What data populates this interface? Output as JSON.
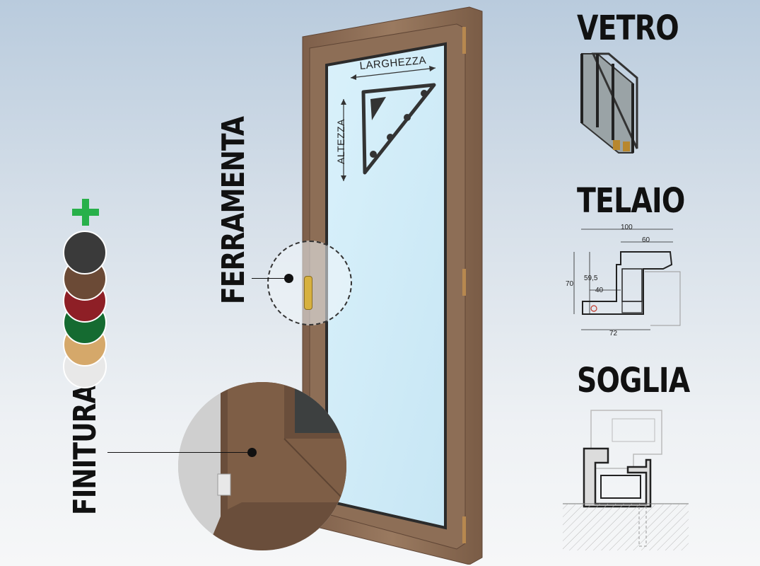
{
  "sections": {
    "vetro": "VETRO",
    "telaio": "TELAIO",
    "soglia": "SOGLIA",
    "ferramenta": "FERRAMENTA",
    "finitura": "FINITURA"
  },
  "door_diagram": {
    "width_label": "LARGHEZZA",
    "height_label": "ALTEZZA"
  },
  "telaio_dimensions": [
    "100",
    "60",
    "59,5",
    "40",
    "70",
    "72"
  ],
  "finish_colors": [
    {
      "name": "anthracite",
      "hex": "#3a3a3a"
    },
    {
      "name": "brown",
      "hex": "#6b4a36"
    },
    {
      "name": "red",
      "hex": "#8e1f26"
    },
    {
      "name": "green",
      "hex": "#156b31"
    },
    {
      "name": "oak",
      "hex": "#d5a86a"
    },
    {
      "name": "white",
      "hex": "#e8e8e8"
    }
  ],
  "plus_icon": "plus-icon",
  "colors": {
    "frame": "#8b6a52",
    "glass": "#cfeaf7",
    "plus": "#28b04a"
  }
}
